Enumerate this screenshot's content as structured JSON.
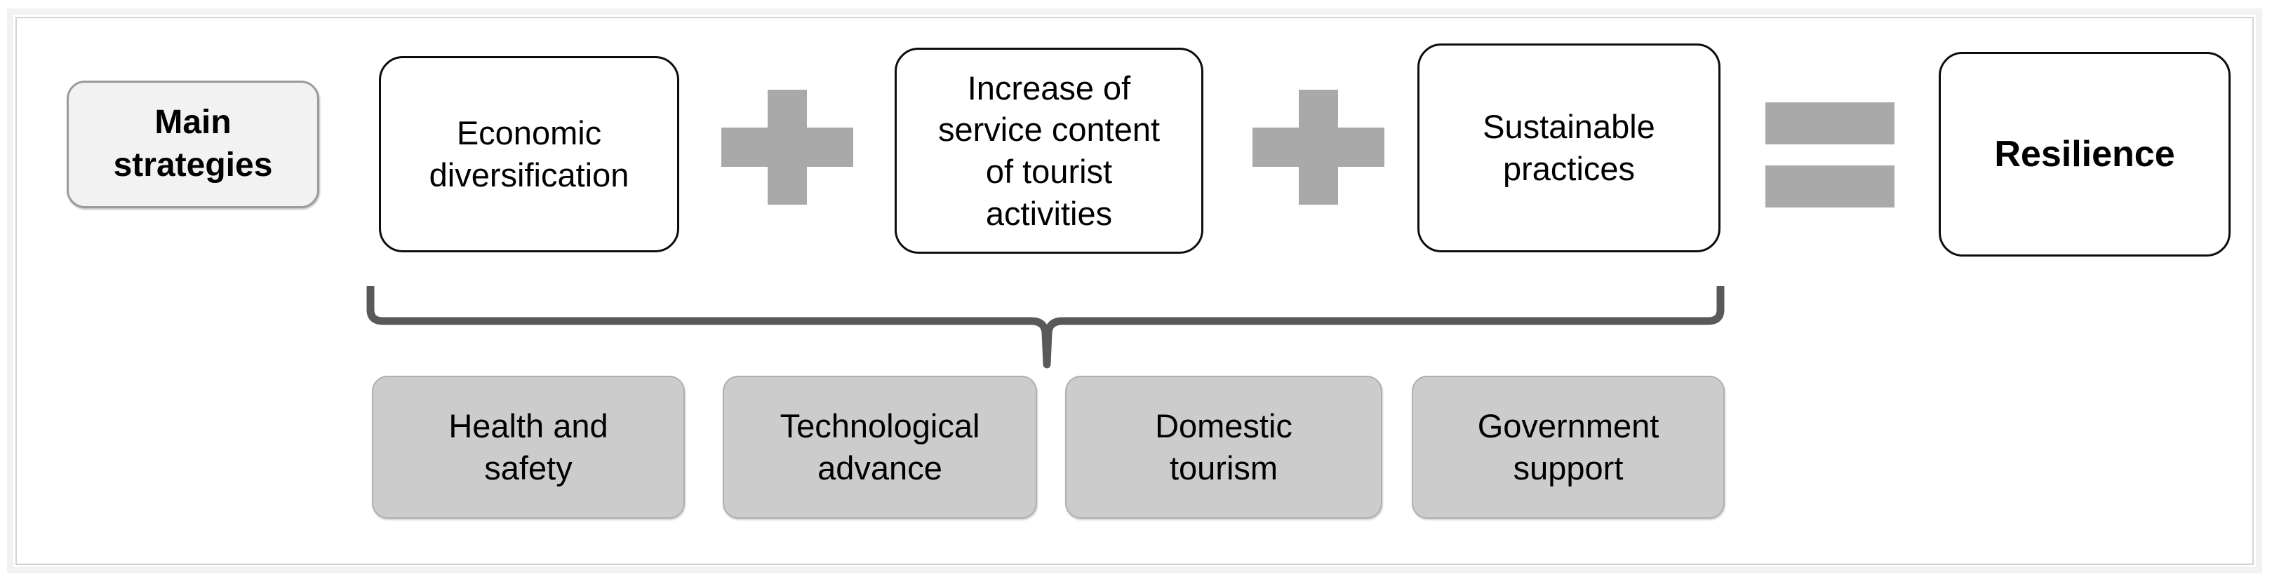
{
  "diagram": {
    "type": "equation-flow",
    "title_node": {
      "label": "Main\nstrategies"
    },
    "strategies": [
      {
        "id": "economic-diversification",
        "label": "Economic\ndiversification"
      },
      {
        "id": "service-content",
        "label": "Increase of\nservice content\nof tourist\nactivities"
      },
      {
        "id": "sustainable-practices",
        "label": "Sustainable\npractices"
      }
    ],
    "operators": {
      "plus_1": "+",
      "plus_2": "+",
      "equals": "="
    },
    "result_node": {
      "label": "Resilience"
    },
    "enablers": [
      {
        "id": "health-and-safety",
        "label": "Health and\nsafety"
      },
      {
        "id": "technological-advance",
        "label": "Technological\nadvance"
      },
      {
        "id": "domestic-tourism",
        "label": "Domestic\ntourism"
      },
      {
        "id": "government-support",
        "label": "Government\nsupport"
      }
    ],
    "colors": {
      "main_fill": "#f2f2f2",
      "main_border": "#9b9b9b",
      "white_fill": "#ffffff",
      "white_border": "#0d0d0d",
      "gray_fill": "#cccccc",
      "gray_border": "#b0b0b0",
      "operator_gray": "#a9a9a9",
      "brace_gray": "#595959",
      "frame_outer": "#f2f2f2",
      "frame_inner": "#d4d4d4"
    }
  }
}
